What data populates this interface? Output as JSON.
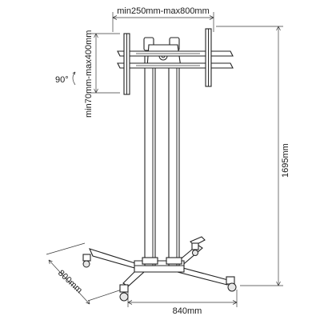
{
  "dimensions": {
    "vesa_width": "min250mm-max800mm",
    "vesa_height": "min70mm-max400mm",
    "tilt": "90°",
    "total_height": "1695mm",
    "base_depth": "800mm",
    "base_width": "840mm"
  }
}
